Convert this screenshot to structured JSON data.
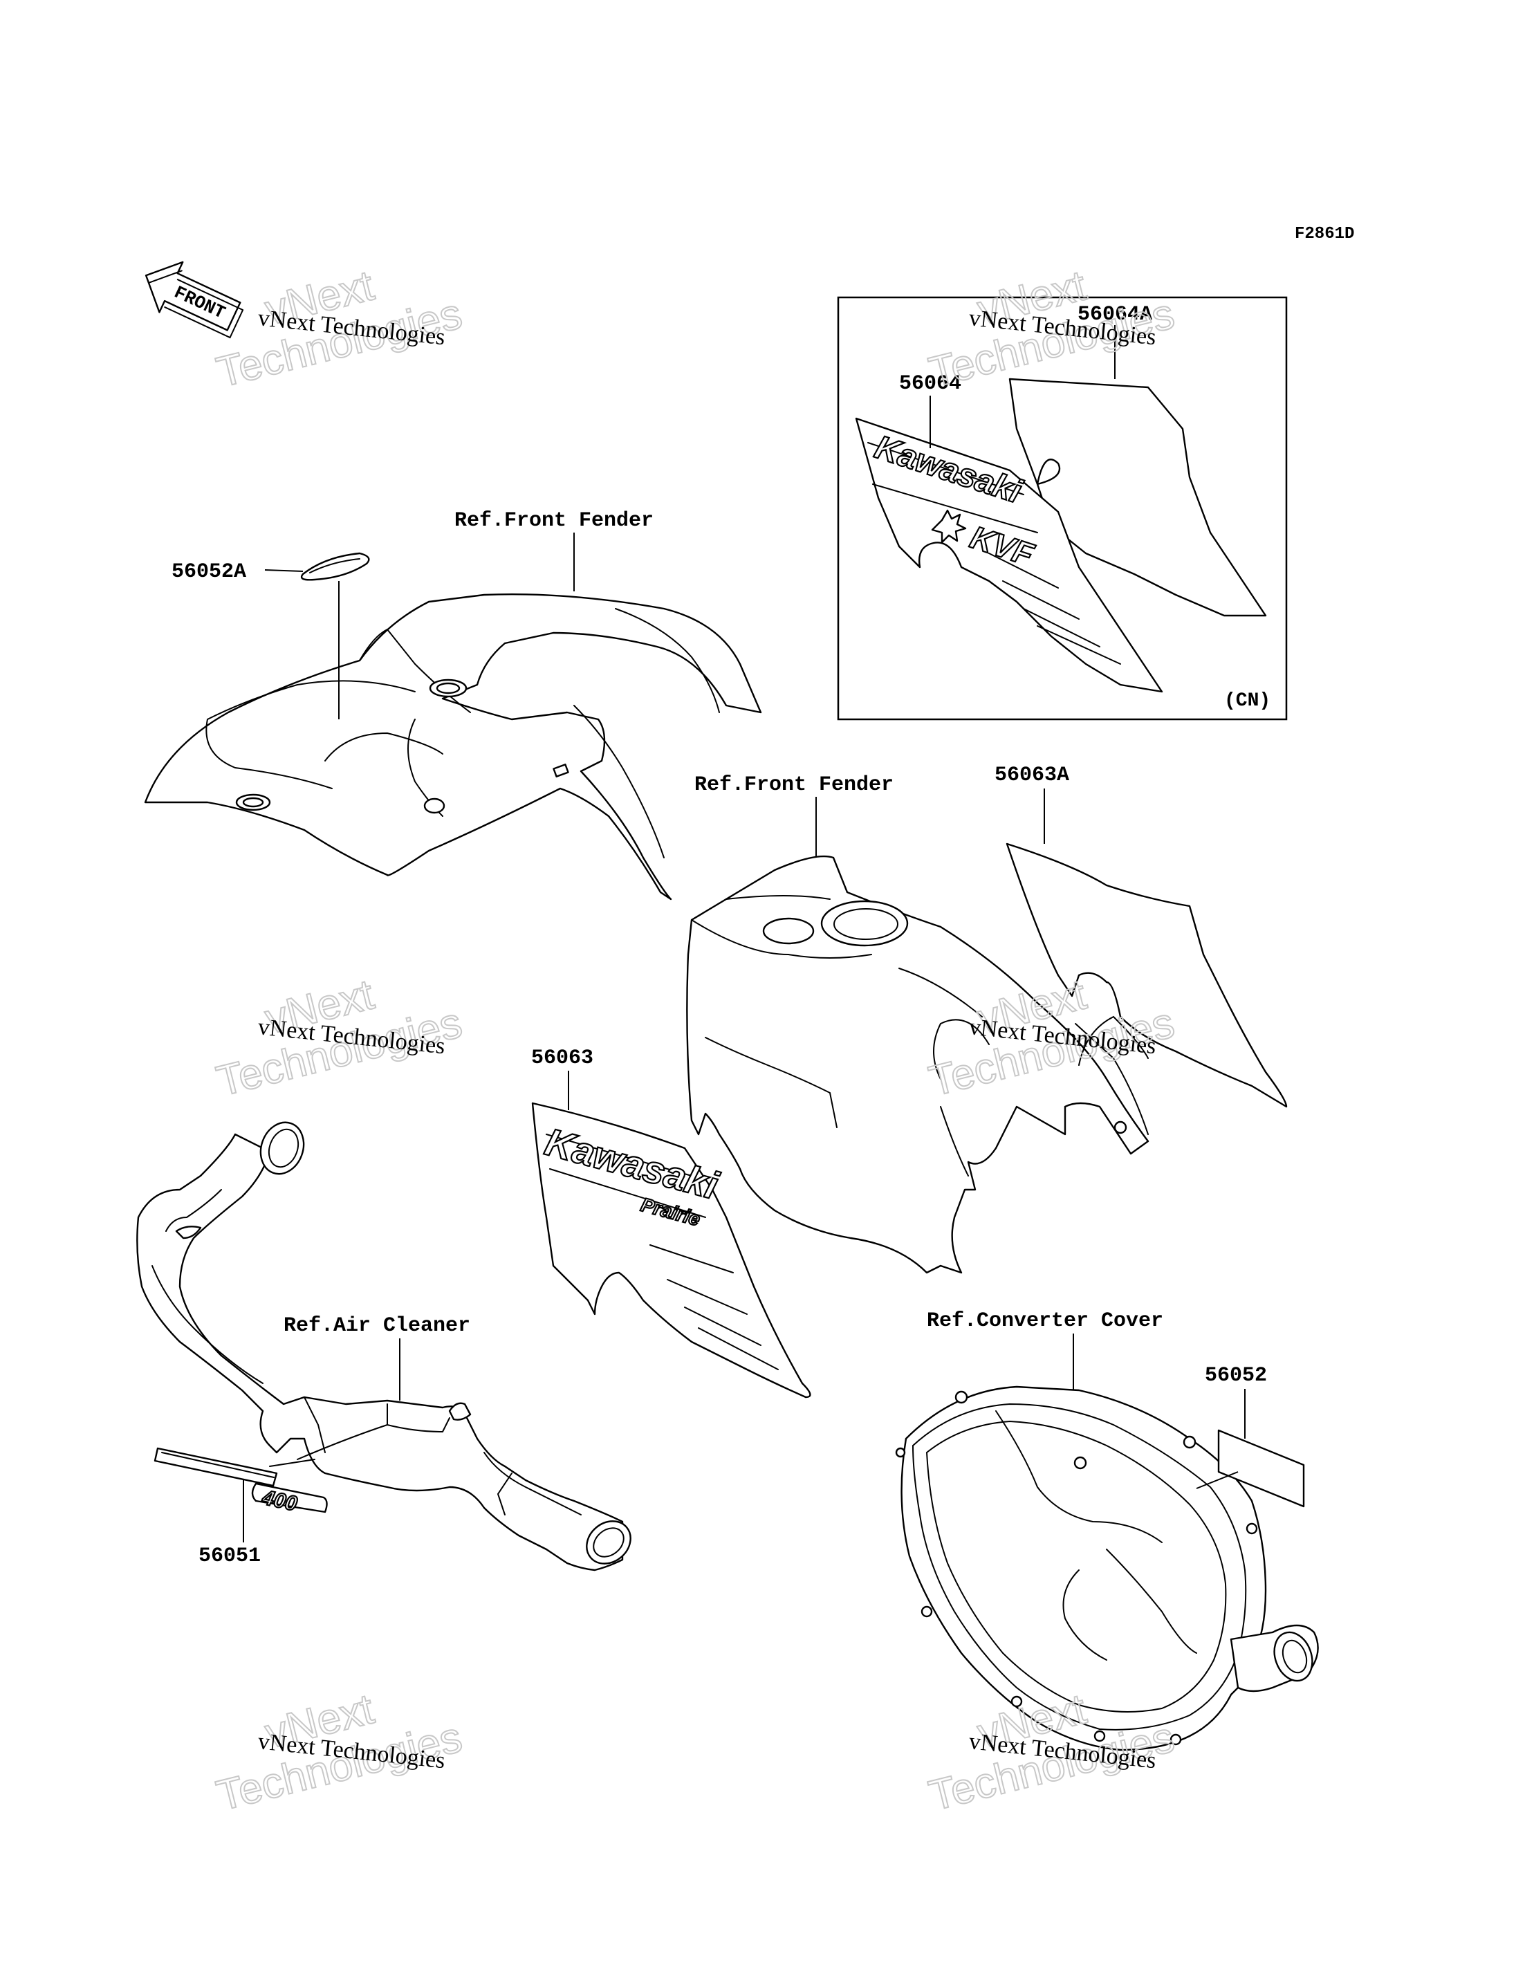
{
  "diagram_code": "F2861D",
  "front_arrow": {
    "text": "FRONT"
  },
  "box": {
    "region_label": "(CN)"
  },
  "parts": {
    "p56064A": "56064A",
    "p56064": "56064",
    "p56052A": "56052A",
    "p56063A": "56063A",
    "p56063": "56063",
    "p56052": "56052",
    "p56051": "56051"
  },
  "refs": {
    "front_fender_top": "Ref.Front Fender",
    "front_fender_mid": "Ref.Front Fender",
    "air_cleaner": "Ref.Air Cleaner",
    "converter_cover": "Ref.Converter Cover"
  },
  "decals": {
    "brand": "Kawasaki",
    "model_cn": "KVF",
    "model": "Prairie",
    "size": "400"
  },
  "watermark": {
    "company": "vNext Technologies",
    "line1": "vNext",
    "line2": "Technologies"
  }
}
